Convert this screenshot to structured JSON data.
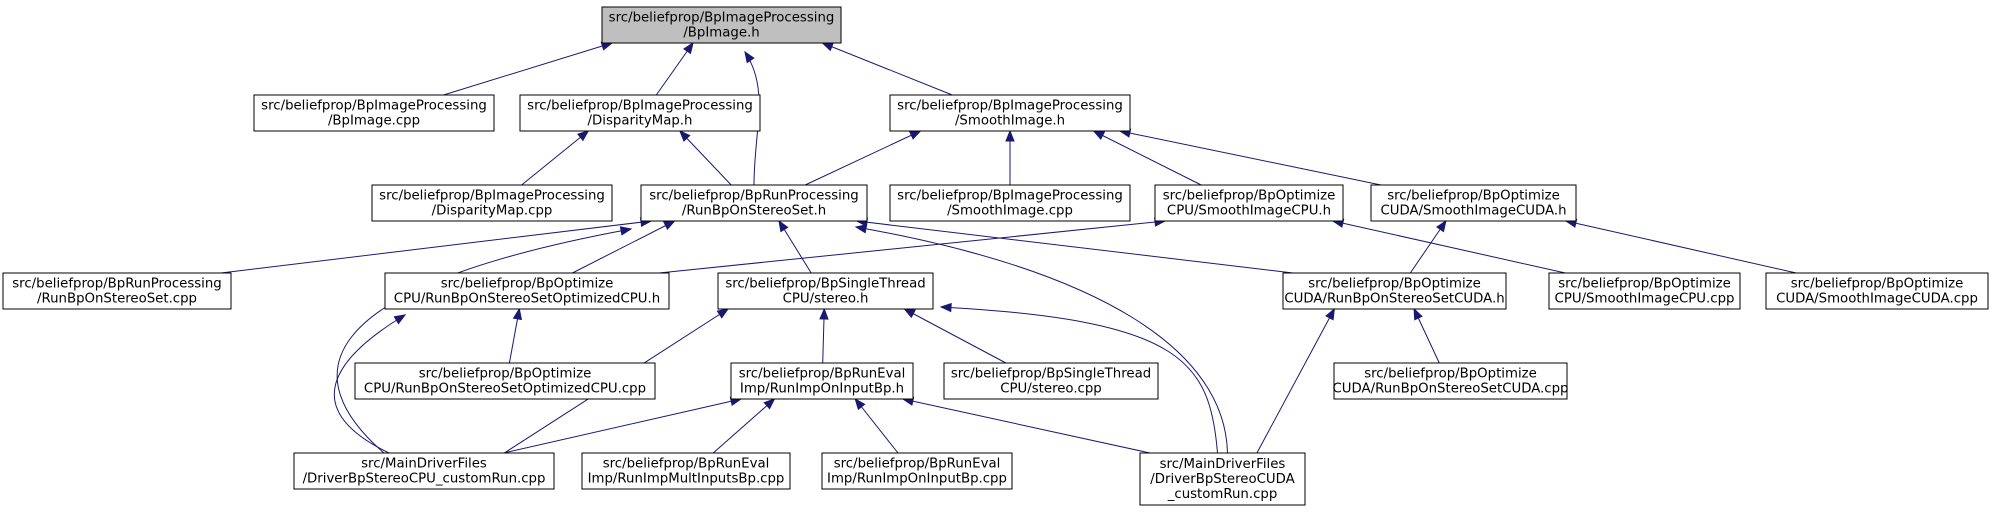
{
  "graph": {
    "root": "n0",
    "nodes": [
      {
        "id": "n0",
        "lines": [
          "src/beliefprop/BpImageProcessing",
          "/BpImage.h"
        ]
      },
      {
        "id": "n1",
        "lines": [
          "src/beliefprop/BpImageProcessing",
          "/BpImage.cpp"
        ]
      },
      {
        "id": "n2",
        "lines": [
          "src/beliefprop/BpImageProcessing",
          "/DisparityMap.h"
        ]
      },
      {
        "id": "n3",
        "lines": [
          "src/beliefprop/BpImageProcessing",
          "/SmoothImage.h"
        ]
      },
      {
        "id": "n4",
        "lines": [
          "src/beliefprop/BpImageProcessing",
          "/DisparityMap.cpp"
        ]
      },
      {
        "id": "n5",
        "lines": [
          "src/beliefprop/BpRunProcessing",
          "/RunBpOnStereoSet.h"
        ]
      },
      {
        "id": "n6",
        "lines": [
          "src/beliefprop/BpImageProcessing",
          "/SmoothImage.cpp"
        ]
      },
      {
        "id": "n7",
        "lines": [
          "src/beliefprop/BpOptimize",
          "CPU/SmoothImageCPU.h"
        ]
      },
      {
        "id": "n8",
        "lines": [
          "src/beliefprop/BpOptimize",
          "CUDA/SmoothImageCUDA.h"
        ]
      },
      {
        "id": "n9",
        "lines": [
          "src/beliefprop/BpRunProcessing",
          "/RunBpOnStereoSet.cpp"
        ]
      },
      {
        "id": "n10",
        "lines": [
          "src/beliefprop/BpOptimize",
          "CPU/RunBpOnStereoSetOptimizedCPU.h"
        ]
      },
      {
        "id": "n11",
        "lines": [
          "src/beliefprop/BpSingleThread",
          "CPU/stereo.h"
        ]
      },
      {
        "id": "n12",
        "lines": [
          "src/beliefprop/BpOptimize",
          "CUDA/RunBpOnStereoSetCUDA.h"
        ]
      },
      {
        "id": "n13",
        "lines": [
          "src/beliefprop/BpOptimize",
          "CPU/SmoothImageCPU.cpp"
        ]
      },
      {
        "id": "n14",
        "lines": [
          "src/beliefprop/BpOptimize",
          "CUDA/SmoothImageCUDA.cpp"
        ]
      },
      {
        "id": "n15",
        "lines": [
          "src/beliefprop/BpOptimize",
          "CPU/RunBpOnStereoSetOptimizedCPU.cpp"
        ]
      },
      {
        "id": "n16",
        "lines": [
          "src/beliefprop/BpRunEval",
          "Imp/RunImpOnInputBp.h"
        ]
      },
      {
        "id": "n17",
        "lines": [
          "src/beliefprop/BpSingleThread",
          "CPU/stereo.cpp"
        ]
      },
      {
        "id": "n18",
        "lines": [
          "src/beliefprop/BpOptimize",
          "CUDA/RunBpOnStereoSetCUDA.cpp"
        ]
      },
      {
        "id": "n19",
        "lines": [
          "src/MainDriverFiles",
          "/DriverBpStereoCPU_customRun.cpp"
        ]
      },
      {
        "id": "n20",
        "lines": [
          "src/beliefprop/BpRunEval",
          "Imp/RunImpMultInputsBp.cpp"
        ]
      },
      {
        "id": "n21",
        "lines": [
          "src/beliefprop/BpRunEval",
          "Imp/RunImpOnInputBp.cpp"
        ]
      },
      {
        "id": "n22",
        "lines": [
          "src/MainDriverFiles",
          "/DriverBpStereoCUDA",
          "_customRun.cpp"
        ]
      }
    ],
    "edges": [
      [
        "n1",
        "n0"
      ],
      [
        "n2",
        "n0"
      ],
      [
        "n5",
        "n0"
      ],
      [
        "n3",
        "n0"
      ],
      [
        "n4",
        "n2"
      ],
      [
        "n5",
        "n2"
      ],
      [
        "n5",
        "n3"
      ],
      [
        "n6",
        "n3"
      ],
      [
        "n7",
        "n3"
      ],
      [
        "n8",
        "n3"
      ],
      [
        "n9",
        "n5"
      ],
      [
        "n19",
        "n5"
      ],
      [
        "n10",
        "n5"
      ],
      [
        "n11",
        "n5"
      ],
      [
        "n22",
        "n5"
      ],
      [
        "n12",
        "n5"
      ],
      [
        "n10",
        "n7"
      ],
      [
        "n13",
        "n7"
      ],
      [
        "n12",
        "n8"
      ],
      [
        "n14",
        "n8"
      ],
      [
        "n19",
        "n10"
      ],
      [
        "n15",
        "n10"
      ],
      [
        "n19",
        "n11"
      ],
      [
        "n16",
        "n11"
      ],
      [
        "n17",
        "n11"
      ],
      [
        "n22",
        "n11"
      ],
      [
        "n22",
        "n12"
      ],
      [
        "n18",
        "n12"
      ],
      [
        "n19",
        "n16"
      ],
      [
        "n20",
        "n16"
      ],
      [
        "n21",
        "n16"
      ],
      [
        "n22",
        "n16"
      ]
    ]
  }
}
